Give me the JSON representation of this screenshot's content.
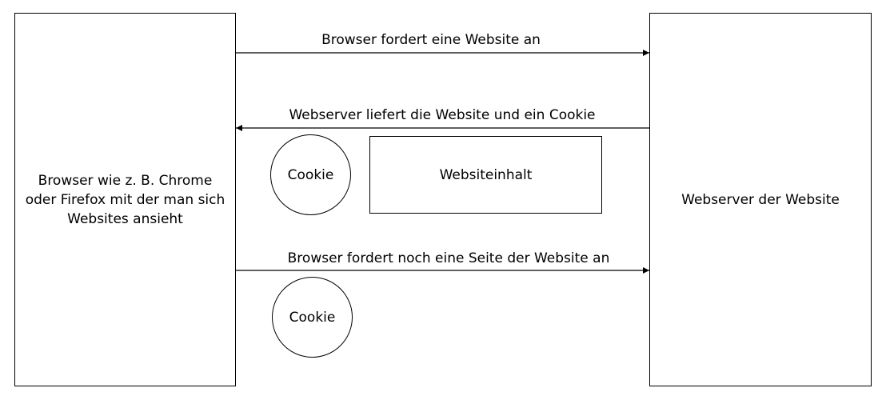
{
  "nodes": {
    "browser": {
      "label": "Browser wie z. B. Chrome oder Firefox mit der man sich Websites ansieht"
    },
    "server": {
      "label": "Webserver der Website"
    },
    "cookie_1": {
      "label": "Cookie"
    },
    "content": {
      "label": "Websiteinhalt"
    },
    "cookie_2": {
      "label": "Cookie"
    }
  },
  "edges": [
    {
      "from": "browser",
      "to": "server",
      "label": "Browser fordert eine Website an"
    },
    {
      "from": "server",
      "to": "browser",
      "label": "Webserver liefert die Website und ein Cookie"
    },
    {
      "from": "browser",
      "to": "server",
      "label": "Browser fordert noch eine Seite der Website an"
    }
  ],
  "colors": {
    "stroke": "#000000",
    "background": "#ffffff"
  }
}
